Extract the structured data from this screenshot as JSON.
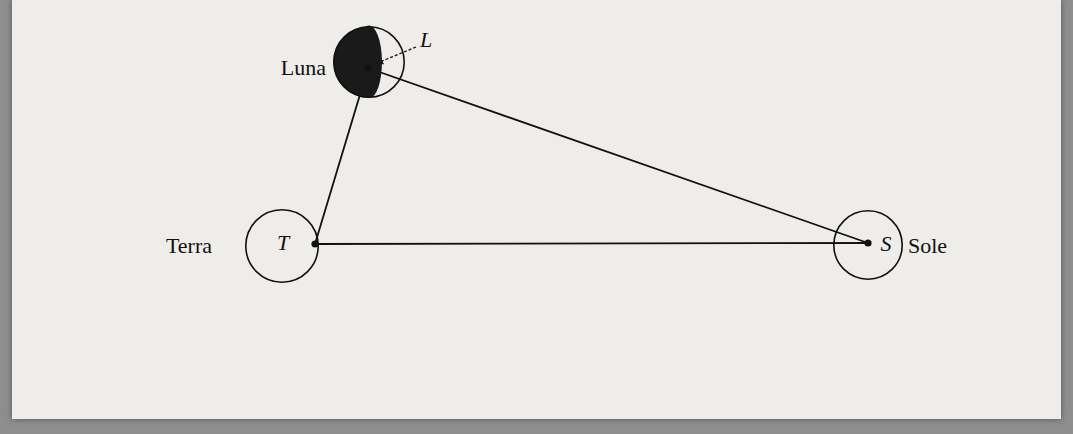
{
  "diagram": {
    "nodes": [
      {
        "text": [
          "Luna",
          "L"
        ]
      },
      {
        "text": [
          "Terra",
          "T"
        ]
      },
      {
        "text": [
          "Sole",
          "S"
        ]
      }
    ],
    "edges": [
      {
        "from": 0,
        "to": 1,
        "arrow": "none"
      },
      {
        "from": 0,
        "to": 2,
        "arrow": "none"
      },
      {
        "from": 1,
        "to": 2,
        "arrow": "none"
      }
    ]
  }
}
